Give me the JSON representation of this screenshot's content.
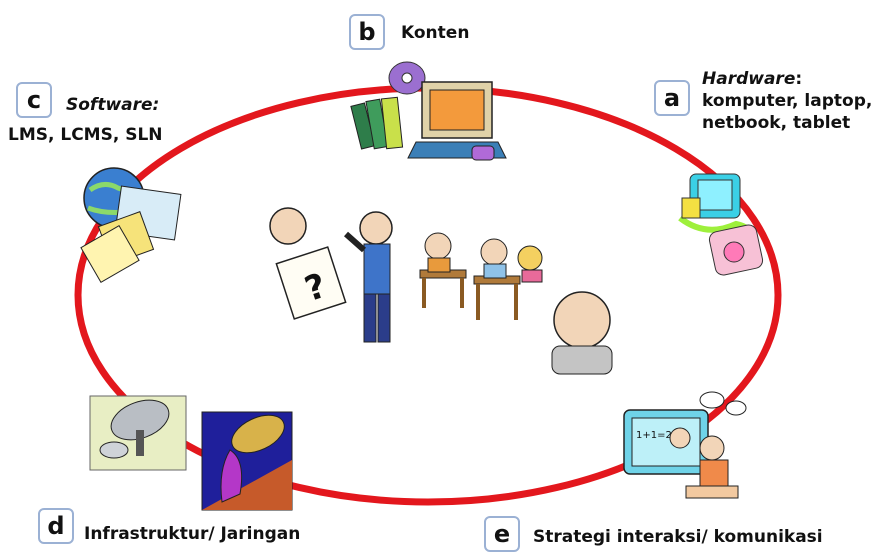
{
  "cycle_color": "#e3171d",
  "nodes": {
    "a": {
      "letter": "a",
      "title": "Hardware",
      "title_suffix": ":",
      "lines": [
        "komputer, laptop,",
        "netbook, tablet"
      ],
      "icon": "computer-devices-icon"
    },
    "b": {
      "letter": "b",
      "title": "Konten",
      "icon": "books-computer-cd-icon"
    },
    "c": {
      "letter": "c",
      "title": "Software:",
      "lines": [
        "LMS, LCMS, SLN"
      ],
      "icon": "globe-documents-icon"
    },
    "d": {
      "letter": "d",
      "title": "Infrastruktur/ Jaringan",
      "icon": "satellite-dish-icon"
    },
    "e": {
      "letter": "e",
      "title": "Strategi interaksi/ komunikasi",
      "icon": "teacher-screen-student-icon"
    }
  },
  "center": {
    "icon": "classroom-teacher-students-icon"
  }
}
